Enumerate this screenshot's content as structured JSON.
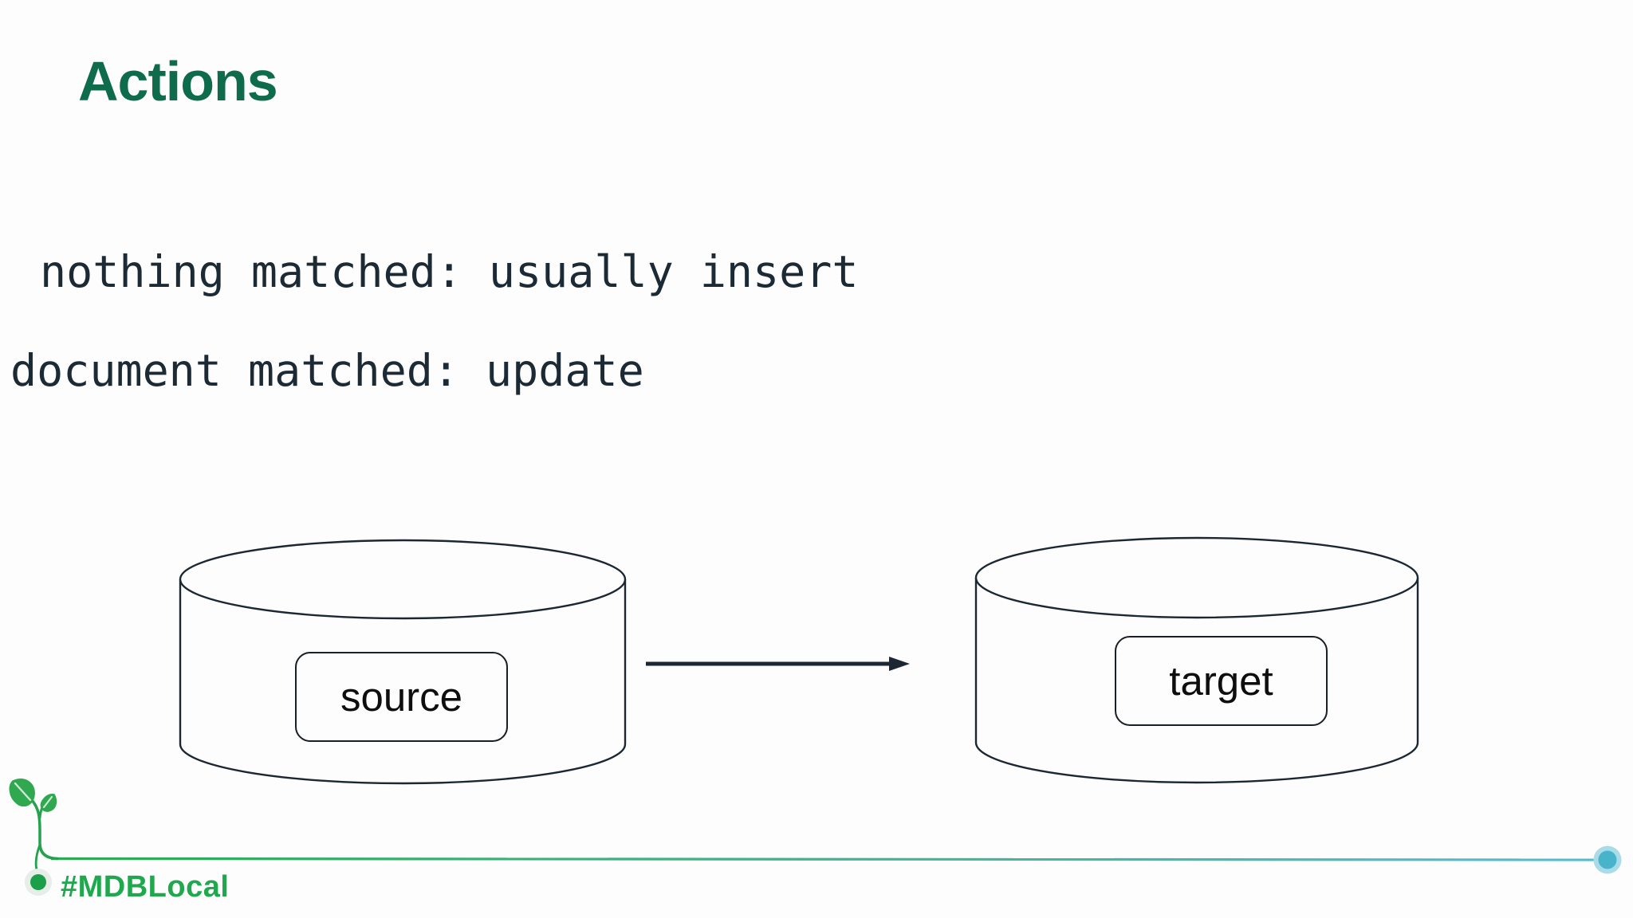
{
  "title": "Actions",
  "body_lines": [
    "nothing matched: usually insert",
    "document matched: update"
  ],
  "diagram": {
    "source_label": "source",
    "target_label": "target"
  },
  "footer": {
    "hashtag": "#MDBLocal"
  },
  "colors": {
    "background": "#fdfdfd",
    "title_green": "#0E6B4C",
    "text_dark": "#1C2A35",
    "ink": "#1C2733",
    "brand_green": "#1FA84D",
    "line_green": "#2AAB50",
    "line_teal": "#55BCD2",
    "leaf_green": "#2FA84F",
    "stem_green": "#24A24D",
    "leaf_vein": "#CDE9D6",
    "dot_green": "#1C9F4A",
    "dot_green_halo": "#E7EEE8",
    "dot_teal": "#48B4CB",
    "dot_teal_halo": "#A9DBE9"
  }
}
